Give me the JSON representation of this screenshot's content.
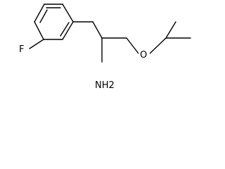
{
  "molecule": {
    "atoms": {
      "fluorine": "F",
      "amine": "NH2",
      "oxygen": "O"
    },
    "line_color": "#000000",
    "background": "#ffffff"
  }
}
